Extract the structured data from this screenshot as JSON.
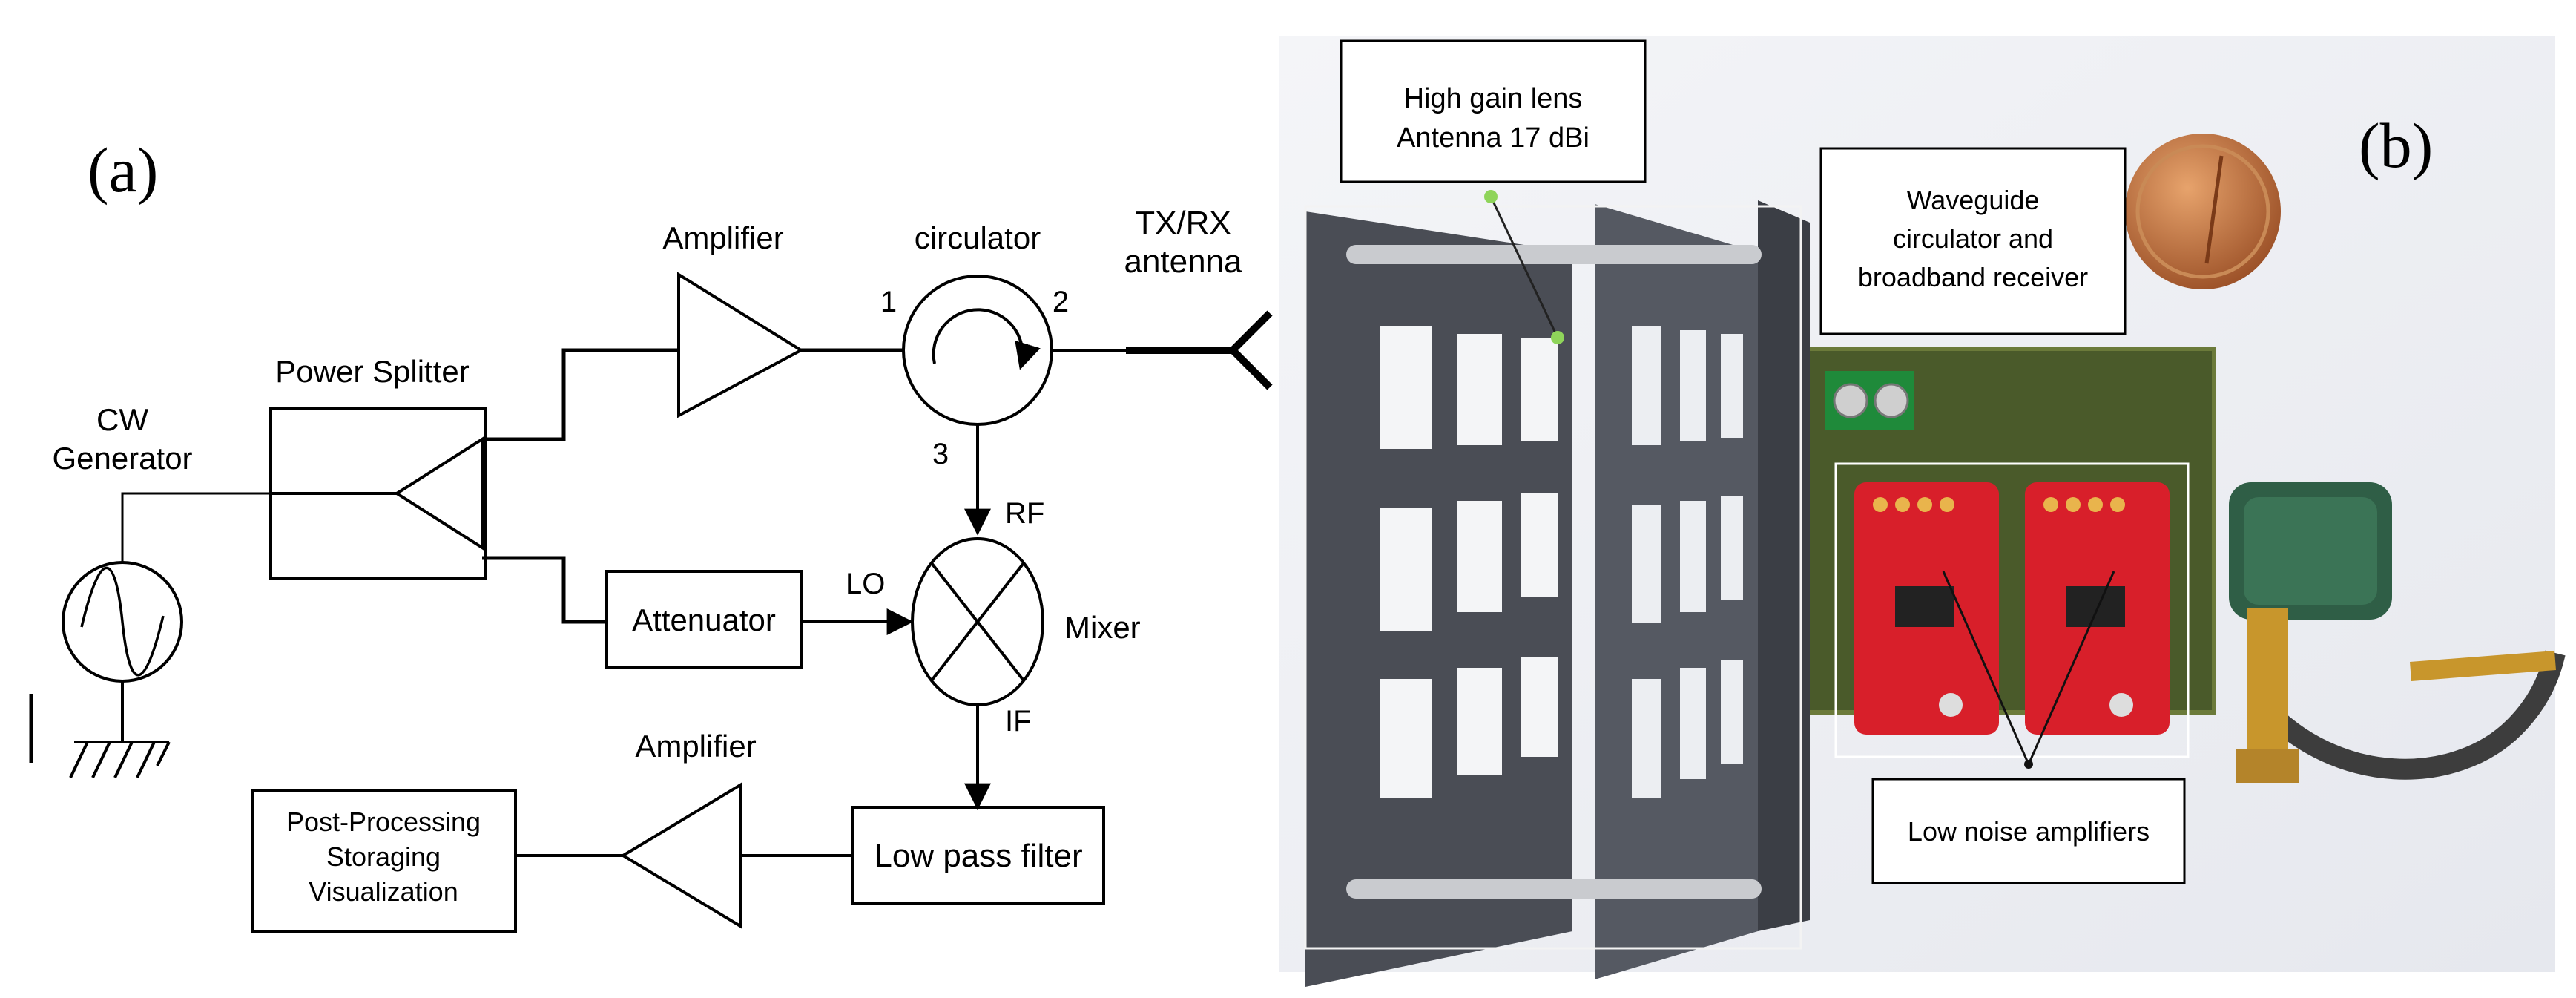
{
  "panel_a": {
    "label": "(a)",
    "cw_generator_line1": "CW",
    "cw_generator_line2": "Generator",
    "power_splitter": "Power Splitter",
    "amplifier_top": "Amplifier",
    "circulator": "circulator",
    "port1": "1",
    "port2": "2",
    "port3": "3",
    "antenna_line1": "TX/RX",
    "antenna_line2": "antenna",
    "rf": "RF",
    "lo": "LO",
    "if": "IF",
    "attenuator": "Attenuator",
    "mixer": "Mixer",
    "amplifier_bottom": "Amplifier",
    "low_pass_filter": "Low pass filter",
    "post_line1": "Post-Processing",
    "post_line2": "Storaging",
    "post_line3": "Visualization"
  },
  "panel_b": {
    "label": "(b)",
    "lens_line1": "High gain lens",
    "lens_line2": "Antenna 17 dBi",
    "wg_line1": "Waveguide",
    "wg_line2": "circulator and",
    "wg_line3": "broadband receiver",
    "lna": "Low noise amplifiers",
    "colors": {
      "background": "#f2f3f6",
      "antenna_plate": "#4a4d55",
      "pcb": "#4a5a2a",
      "lna_board": "#d81f2a",
      "terminal_block": "#1f8a3a",
      "coin": "#b86a3a"
    }
  }
}
